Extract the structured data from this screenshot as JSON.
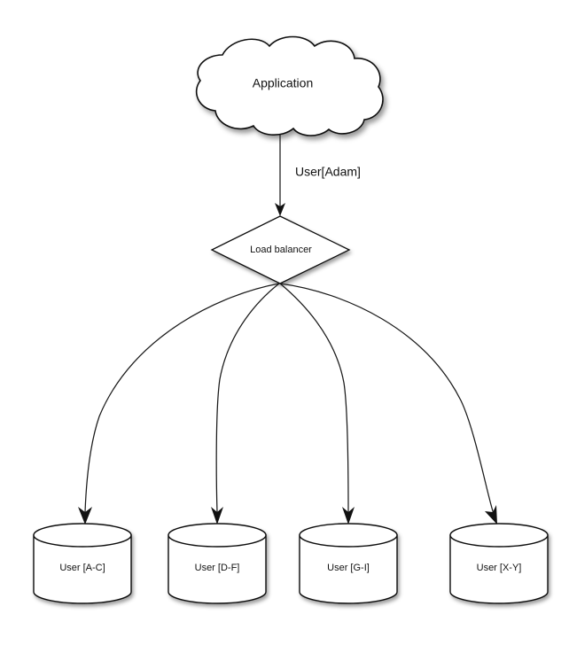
{
  "diagram": {
    "title_text": "Application",
    "background_color": "#ffffff",
    "stroke_color": "#111111",
    "text_color": "#101010",
    "nodes": {
      "cloud": {
        "label": "Application",
        "shape": "cloud"
      },
      "load_balancer": {
        "label": "Load balancer",
        "shape": "diamond"
      },
      "databases": [
        {
          "label": "User [A-C]",
          "shape": "cylinder"
        },
        {
          "label": "User [D-F]",
          "shape": "cylinder"
        },
        {
          "label": "User [G-I]",
          "shape": "cylinder"
        },
        {
          "label": "User [X-Y]",
          "shape": "cylinder"
        }
      ]
    },
    "edges": {
      "app_to_balancer_label": "User[Adam]"
    }
  }
}
